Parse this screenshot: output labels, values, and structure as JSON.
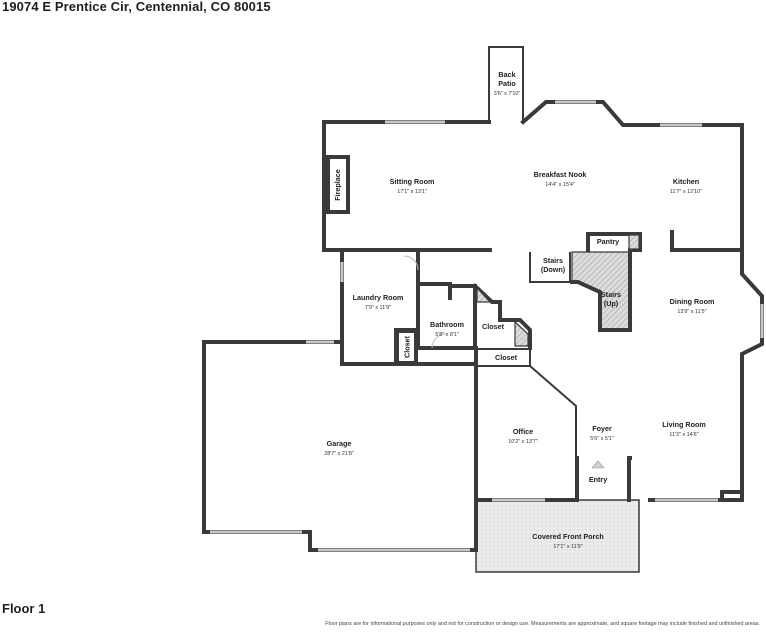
{
  "address": "19074 E Prentice Cir, Centennial, CO 80015",
  "floor_label": "Floor 1",
  "disclaimer": "Floor plans are for informational purposes only and not for construction or design use. Measurements are approximate, and square footage may include finished and unfinished areas.",
  "rooms": {
    "back_patio": {
      "name_line1": "Back",
      "name_line2": "Patio",
      "dims": "3'6\" x 7'10\""
    },
    "sitting_room": {
      "name": "Sitting Room",
      "dims": "17'1\" x 13'1\""
    },
    "breakfast_nook": {
      "name": "Breakfast Nook",
      "dims": "14'4\" x 15'4\""
    },
    "kitchen": {
      "name": "Kitchen",
      "dims": "11'7\" x 12'10\""
    },
    "fireplace": {
      "name": "Fireplace"
    },
    "pantry": {
      "name": "Pantry"
    },
    "stairs_down": {
      "name_line1": "Stairs",
      "name_line2": "(Down)"
    },
    "stairs_up": {
      "name_line1": "Stairs",
      "name_line2": "(Up)"
    },
    "laundry_room": {
      "name": "Laundry Room",
      "dims": "7'9\" x 11'9\""
    },
    "bathroom": {
      "name": "Bathroom",
      "dims": "5'8\" x 8'1\""
    },
    "closet_vertical": {
      "name": "Closet"
    },
    "closet_upper": {
      "name": "Closet"
    },
    "closet_lower": {
      "name": "Closet"
    },
    "dining_room": {
      "name": "Dining Room",
      "dims": "13'9\" x 11'5\""
    },
    "garage": {
      "name": "Garage",
      "dims": "28'7\" x 21'8\""
    },
    "office": {
      "name": "Office",
      "dims": "10'2\" x 13'7\""
    },
    "foyer": {
      "name": "Foyer",
      "dims": "5'6\" x 5'1\""
    },
    "living_room": {
      "name": "Living Room",
      "dims": "11'3\" x 14'6\""
    },
    "entry": {
      "name": "Entry"
    },
    "covered_front_porch": {
      "name": "Covered Front Porch",
      "dims": "17'1\" x 11'9\""
    }
  }
}
